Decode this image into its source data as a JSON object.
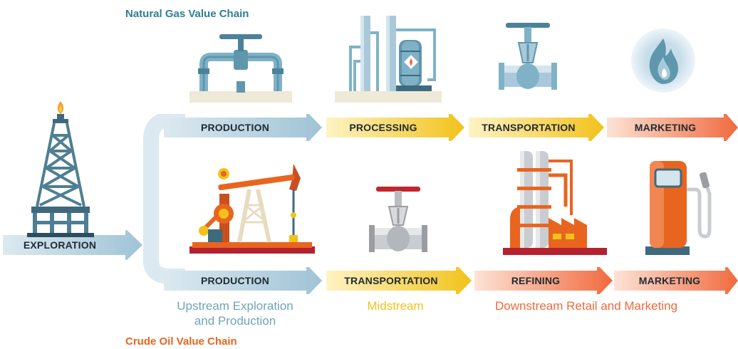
{
  "gas_chain": {
    "title": "Natural Gas Value Chain",
    "stages": [
      "PRODUCTION",
      "PROCESSING",
      "TRANSPORTATION",
      "MARKETING"
    ]
  },
  "oil_chain": {
    "title": "Crude Oil Value Chain",
    "stages": [
      "PRODUCTION",
      "TRANSPORTATION",
      "REFINING",
      "MARKETING"
    ]
  },
  "exploration": {
    "label": "EXPLORATION"
  },
  "segments": {
    "upstream": {
      "line1": "Upstream Exploration",
      "line2": "and Production"
    },
    "midstream": "Midstream",
    "downstream": "Downstream Retail and Marketing"
  },
  "colors": {
    "gas_title": "#2f7f93",
    "oil_title": "#e8651f",
    "upstream_blue": "#a9c9da",
    "midstream_yellow": "#f2c21a",
    "downstream_orange": "#f06a3e",
    "upstream_text": "#6fa4b9",
    "midstream_text": "#f2c21a",
    "downstream_text": "#ef6a3c"
  },
  "icons": [
    "oil-derrick-icon",
    "gas-wellhead-icon",
    "gas-processing-plant-icon",
    "gas-valve-icon",
    "gas-flame-icon",
    "pumpjack-icon",
    "oil-valve-icon",
    "refinery-icon",
    "fuel-pump-icon"
  ]
}
